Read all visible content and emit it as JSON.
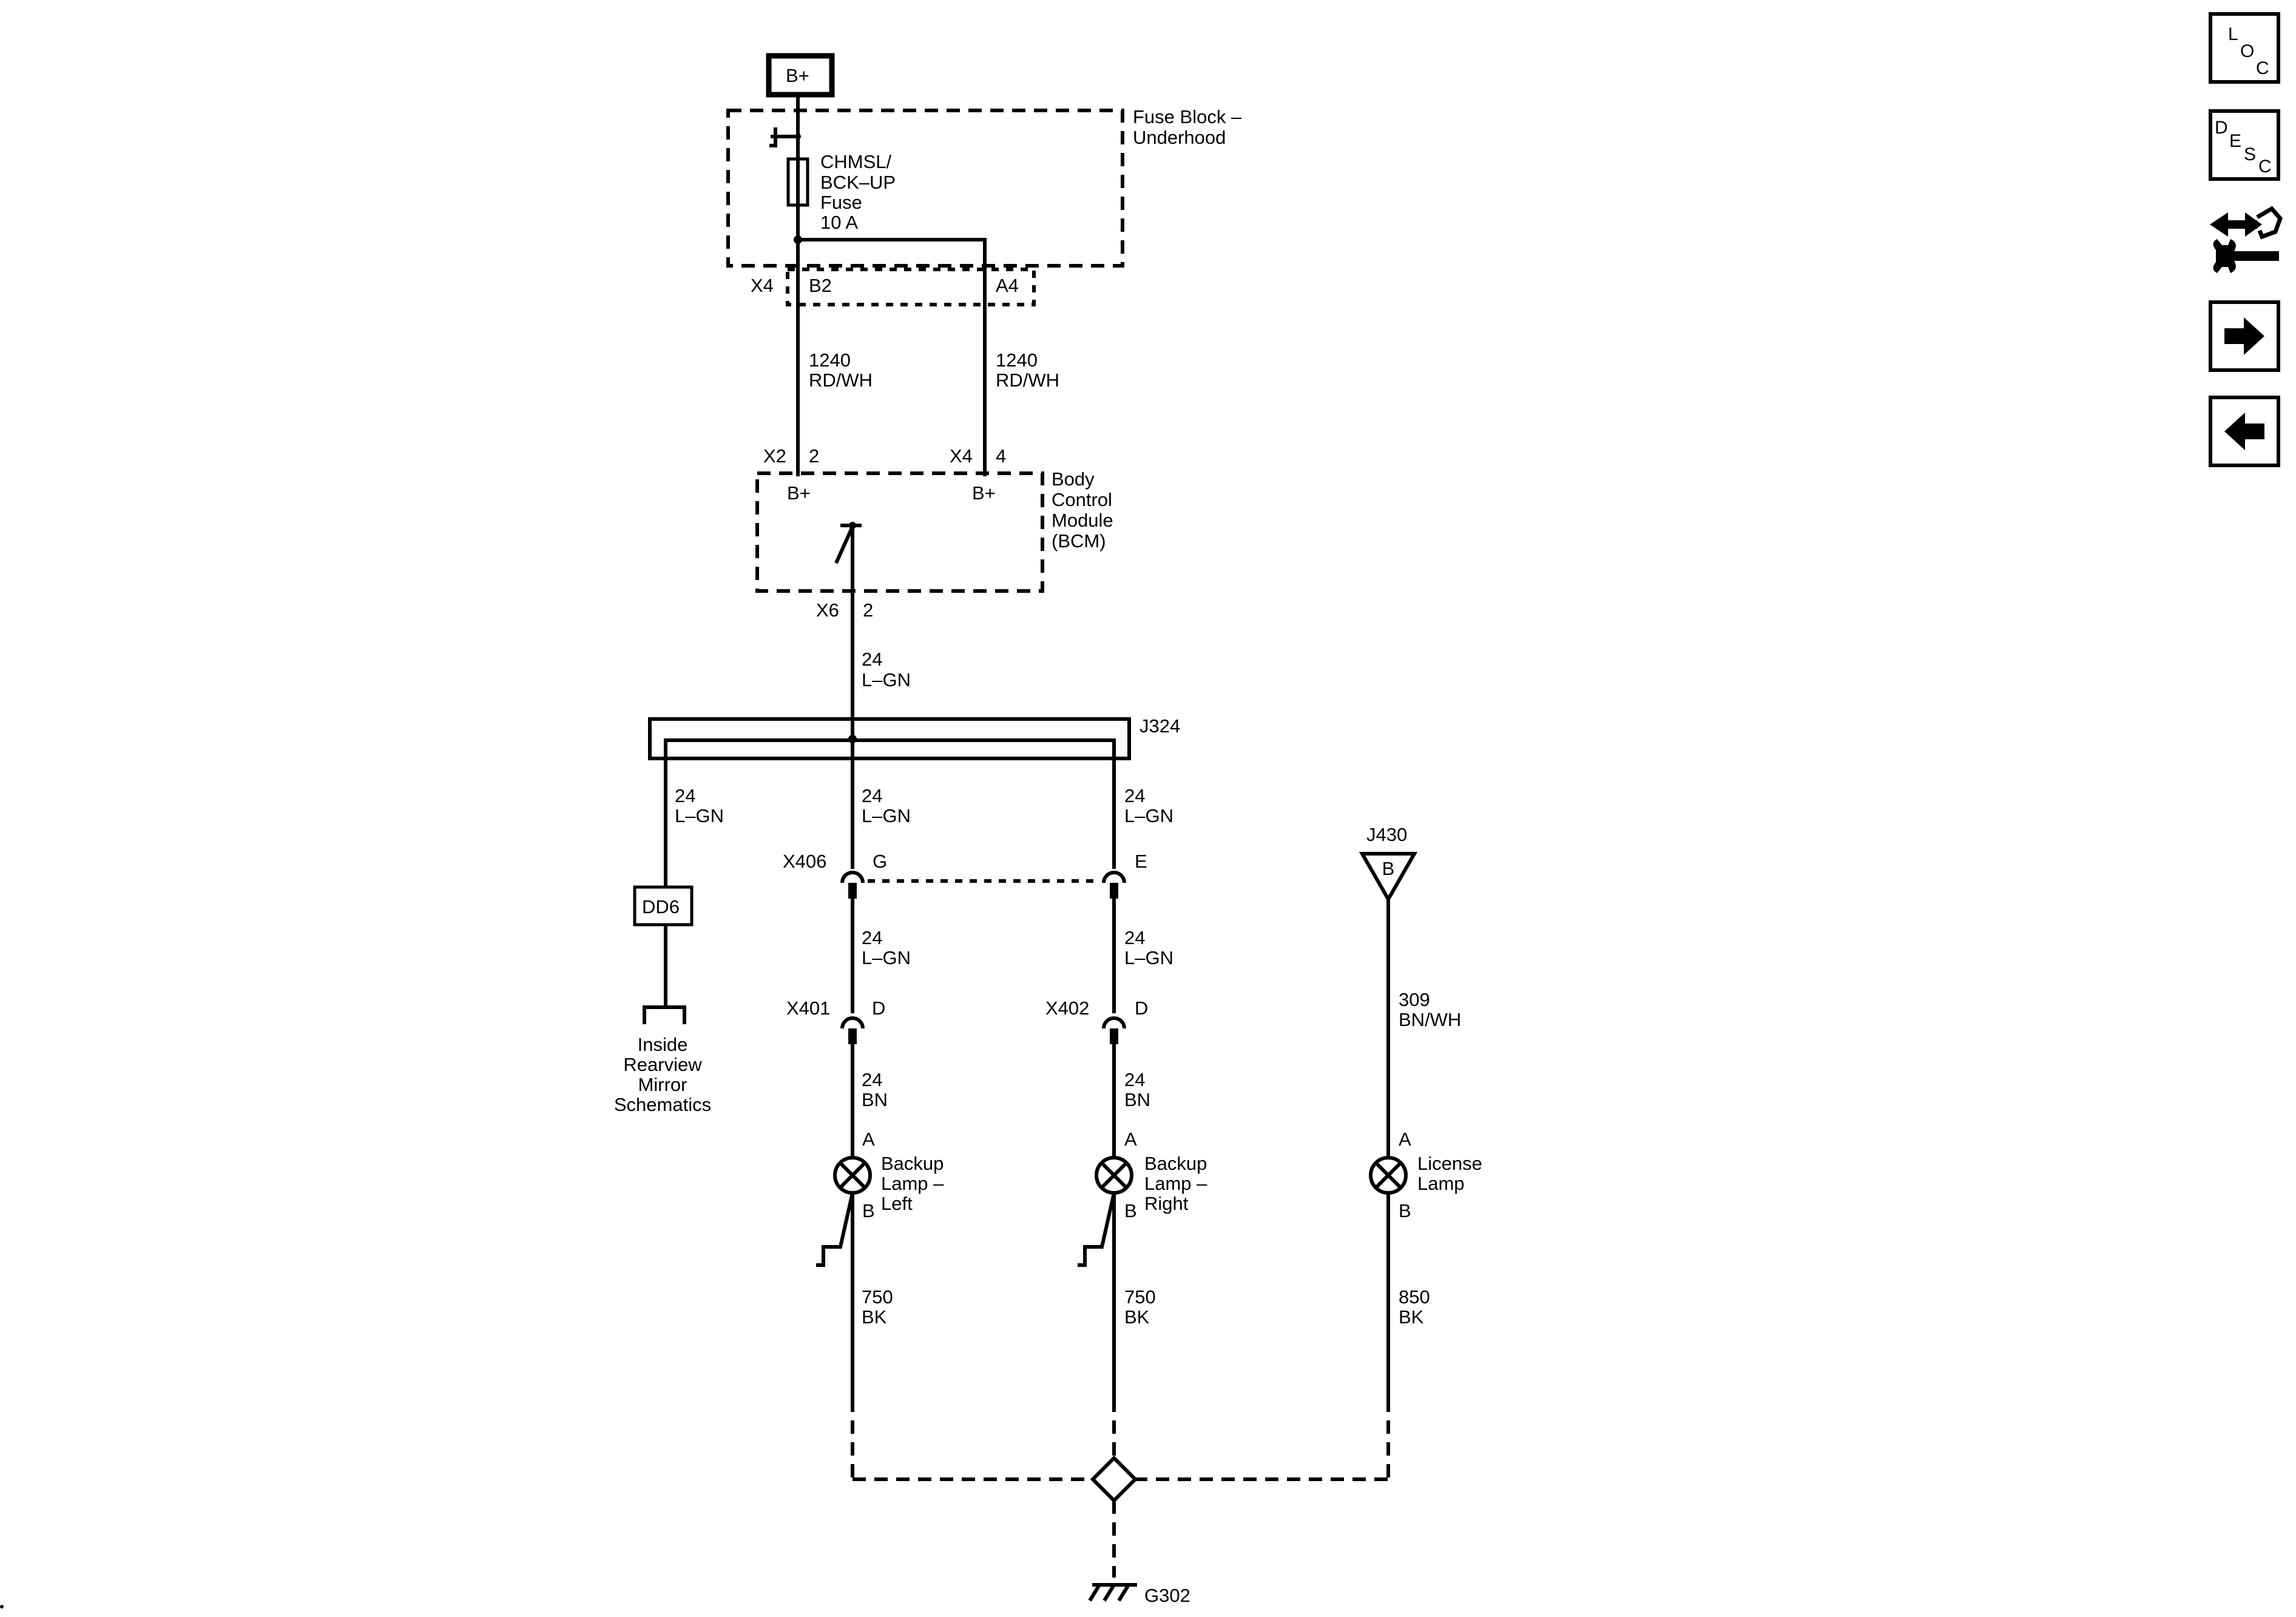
{
  "supply": {
    "label": "B+"
  },
  "fuse_block": {
    "line1": "Fuse Block –",
    "line2": "Underhood"
  },
  "fuse": {
    "line1": "CHMSL/",
    "line2": "BCK–UP",
    "line3": "Fuse",
    "line4": "10 A"
  },
  "fuse_connectors": {
    "x4_left": "X4",
    "b2": "B2",
    "a4": "A4"
  },
  "wire_fuse_left": {
    "circuit": "1240",
    "color": "RD/WH"
  },
  "wire_fuse_right": {
    "circuit": "1240",
    "color": "RD/WH"
  },
  "bcm": {
    "line1": "Body",
    "line2": "Control",
    "line3": "Module",
    "line4": "(BCM)",
    "bplus_left": "B+",
    "bplus_right": "B+",
    "x2": "X2",
    "pin2": "2",
    "x4": "X4",
    "pin4": "4",
    "x6": "X6",
    "pin_out": "2"
  },
  "wire_bcm_out": {
    "circuit": "24",
    "color": "L–GN"
  },
  "splice": {
    "label": "J324"
  },
  "wire_mirror": {
    "circuit": "24",
    "color": "L–GN"
  },
  "wire_center": {
    "circuit": "24",
    "color": "L–GN"
  },
  "wire_right": {
    "circuit": "24",
    "color": "L–GN"
  },
  "x406": {
    "label": "X406",
    "pin_left": "G",
    "pin_right": "E"
  },
  "dd6": {
    "label": "DD6"
  },
  "mirror_ref": {
    "line1": "Inside",
    "line2": "Rearview",
    "line3": "Mirror",
    "line4": "Schematics"
  },
  "wire_left_mid": {
    "circuit": "24",
    "color": "L–GN"
  },
  "wire_right_mid": {
    "circuit": "24",
    "color": "L–GN"
  },
  "x401": {
    "label": "X401",
    "pin": "D"
  },
  "x402": {
    "label": "X402",
    "pin": "D"
  },
  "wire_left_lamp": {
    "circuit": "24",
    "color": "BN"
  },
  "wire_right_lamp": {
    "circuit": "24",
    "color": "BN"
  },
  "j430": {
    "label": "J430",
    "pin": "B"
  },
  "wire_license": {
    "circuit": "309",
    "color": "BN/WH"
  },
  "lamp_left": {
    "pin_a": "A",
    "pin_b": "B",
    "line1": "Backup",
    "line2": "Lamp –",
    "line3": "Left"
  },
  "lamp_right": {
    "pin_a": "A",
    "pin_b": "B",
    "line1": "Backup",
    "line2": "Lamp –",
    "line3": "Right"
  },
  "lamp_license": {
    "pin_a": "A",
    "pin_b": "B",
    "line1": "License",
    "line2": "Lamp"
  },
  "ground_left": {
    "circuit": "750",
    "color": "BK"
  },
  "ground_right": {
    "circuit": "750",
    "color": "BK"
  },
  "ground_license": {
    "circuit": "850",
    "color": "BK"
  },
  "ground": {
    "label": "G302"
  },
  "nav": {
    "loc": {
      "l": "L",
      "o": "O",
      "c": "C"
    },
    "desc": {
      "d": "D",
      "e": "E",
      "s": "S",
      "c": "C"
    },
    "icons": [
      "connector-tool-icon",
      "arrow-right-icon",
      "arrow-left-icon"
    ]
  }
}
